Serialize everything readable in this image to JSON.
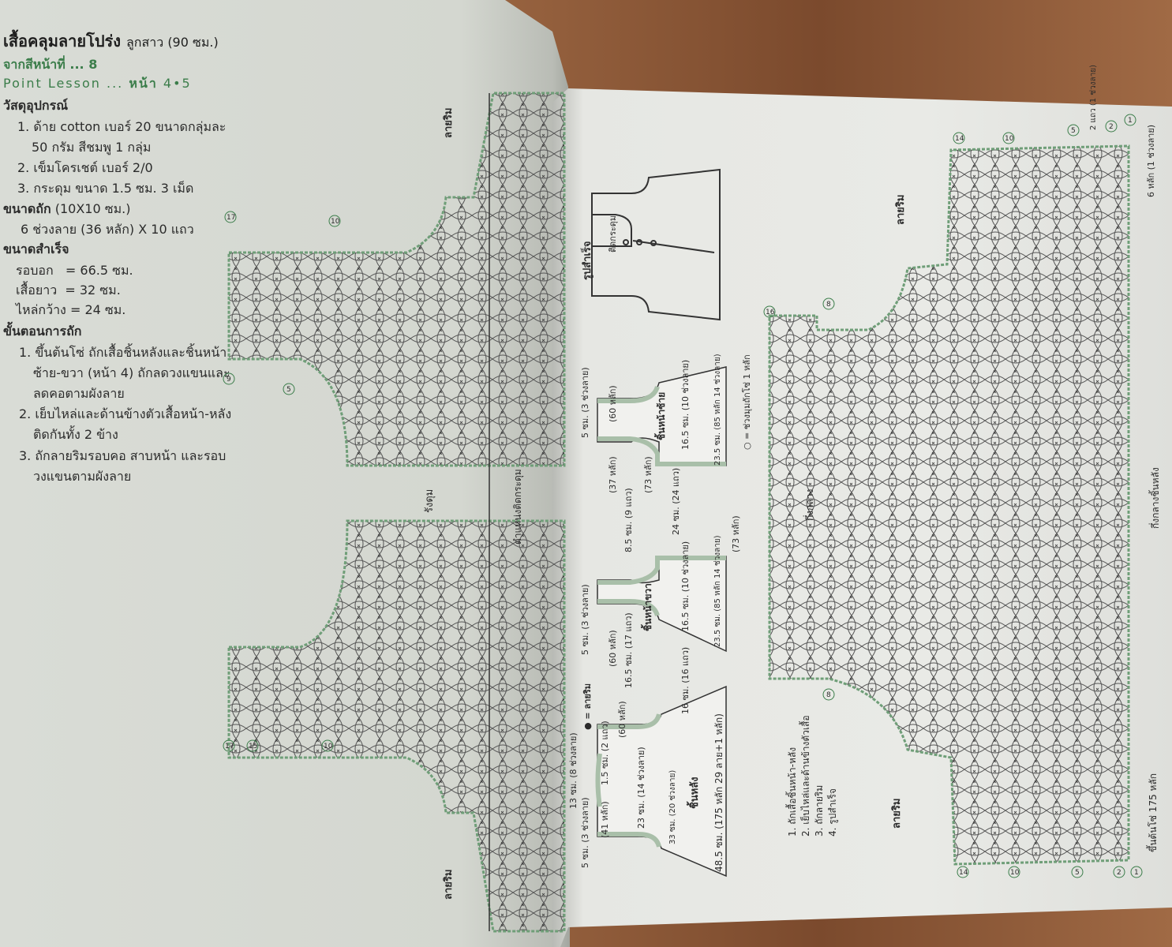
{
  "instructions": {
    "title": "เสื้อคลุมลายโปร่ง",
    "subtitle": "ลูกสาว (90 ซม.)",
    "color_page": "จากสีหน้าที่ ... 8",
    "point_lesson_prefix": "Point Lesson ...",
    "point_lesson_page": "หน้า",
    "point_lesson_pages": "4•5",
    "materials_heading": "วัสดุอุปกรณ์",
    "materials": [
      "1. ด้าย cotton เบอร์ 20 ขนาดกลุ่มละ",
      "50 กรัม สีชมพู 1 กลุ่ม",
      "2. เข็มโครเชต์ เบอร์ 2/0",
      "3. กระดุม ขนาด 1.5 ซม. 3 เม็ด"
    ],
    "gauge_heading": "ขนาดถัก",
    "gauge_size": "(10X10 ซม.)",
    "gauge": "6 ช่วงลาย (36 หลัก) X 10 แถว",
    "finished_heading": "ขนาดสำเร็จ",
    "finished": [
      "รอบอก   = 66.5 ซม.",
      "เสื้อยาว  = 32 ซม.",
      "ไหล่กว้าง = 24 ซม."
    ],
    "steps_heading": "ขั้นตอนการถัก",
    "steps": [
      "1. ขึ้นต้นโซ่ ถักเสื้อชิ้นหลังและชิ้นหน้า",
      "ซ้าย-ขวา (หน้า 4) ถักลดวงแขนและ",
      "ลดคอตามผังลาย",
      "2. เย็บไหล่และด้านข้างตัวเสื้อหน้า-หลัง",
      "ติดกันทั้ง 2 ข้าง",
      "3. ถักลายริมรอบคอ สาบหน้า และรอบ",
      "วงแขนตามผังลาย"
    ]
  },
  "diagram_labels": {
    "edge_pattern": "ลายริม",
    "buttonhole": "รังดุม",
    "button_position": "ตำแหน่งติดกระดุม",
    "finished_shape": "รูปสำเร็จ",
    "attach_button": "ติดกระดุม",
    "back_piece": "ชิ้นหลัง",
    "right_front": "ชิ้นหน้าขวา",
    "left_front": "ชิ้นหน้าซ้าย",
    "back_width": "48.5 ซม. (175 หลัก 29 ลาย+1 หลัก)",
    "back_chest": "33 ซม. (20 ช่วงลาย)",
    "back_neck": "13 ซม. (8 ช่วงลาย)",
    "back_shoulder": "5 ซม. (3 ช่วงลาย)",
    "back_height": "23 ซม. (14 ช่วงลาย)",
    "back_neck_depth": "1.5 ซม. (2 แถว)",
    "back_41": "(41 หลัก)",
    "back_60": "(60 หลัก)",
    "front_width": "23.5 ซม. (85 หลัก 14 ช่วงลาย)",
    "front_chest": "16.5 ซม. (10 ช่วงลาย)",
    "front_60": "(60 หลัก)",
    "front_37": "(37 หลัก)",
    "front_73": "(73 หลัก)",
    "front_shoulder": "5 ซม. (3 ช่วงลาย)",
    "front_neck": "8.5 ซม. (9 แถว)",
    "total_length": "24 ซม. (24 แถว)",
    "armhole": "16.5 ซม. (17 แถว)",
    "body": "16 ซม. (16 แถว)",
    "legend_dot": "● = ลายริม",
    "legend_circle": "○ = ช่วงมุมถักโซ่ 1 หลัก",
    "center": "กึ่งกลาง",
    "center_back": "กึ่งกลางชิ้นหลัง",
    "foundation": "ขึ้นต้นโซ่ 175 หลัก",
    "repeat_stitches": "6 หลัก (1 ช่วงลาย)",
    "repeat_rows": "2 แถว (1 ช่วงลาย)",
    "order": [
      "1. ถักเสื้อชิ้นหน้า-หลัง",
      "2. เย็บไหล่และด้านข้างตัวเสื้อ",
      "3. ถักลายริม",
      "4. รูปสำเร็จ"
    ],
    "row_numbers": [
      "17",
      "15",
      "10",
      "9",
      "5",
      "1",
      "2",
      "14",
      "8",
      "16"
    ]
  },
  "colors": {
    "lattice": "#4a4a4a",
    "edge": "#6f9e78",
    "piece_fill": "#a9bfa9",
    "accent_text": "#3b7d4a"
  }
}
